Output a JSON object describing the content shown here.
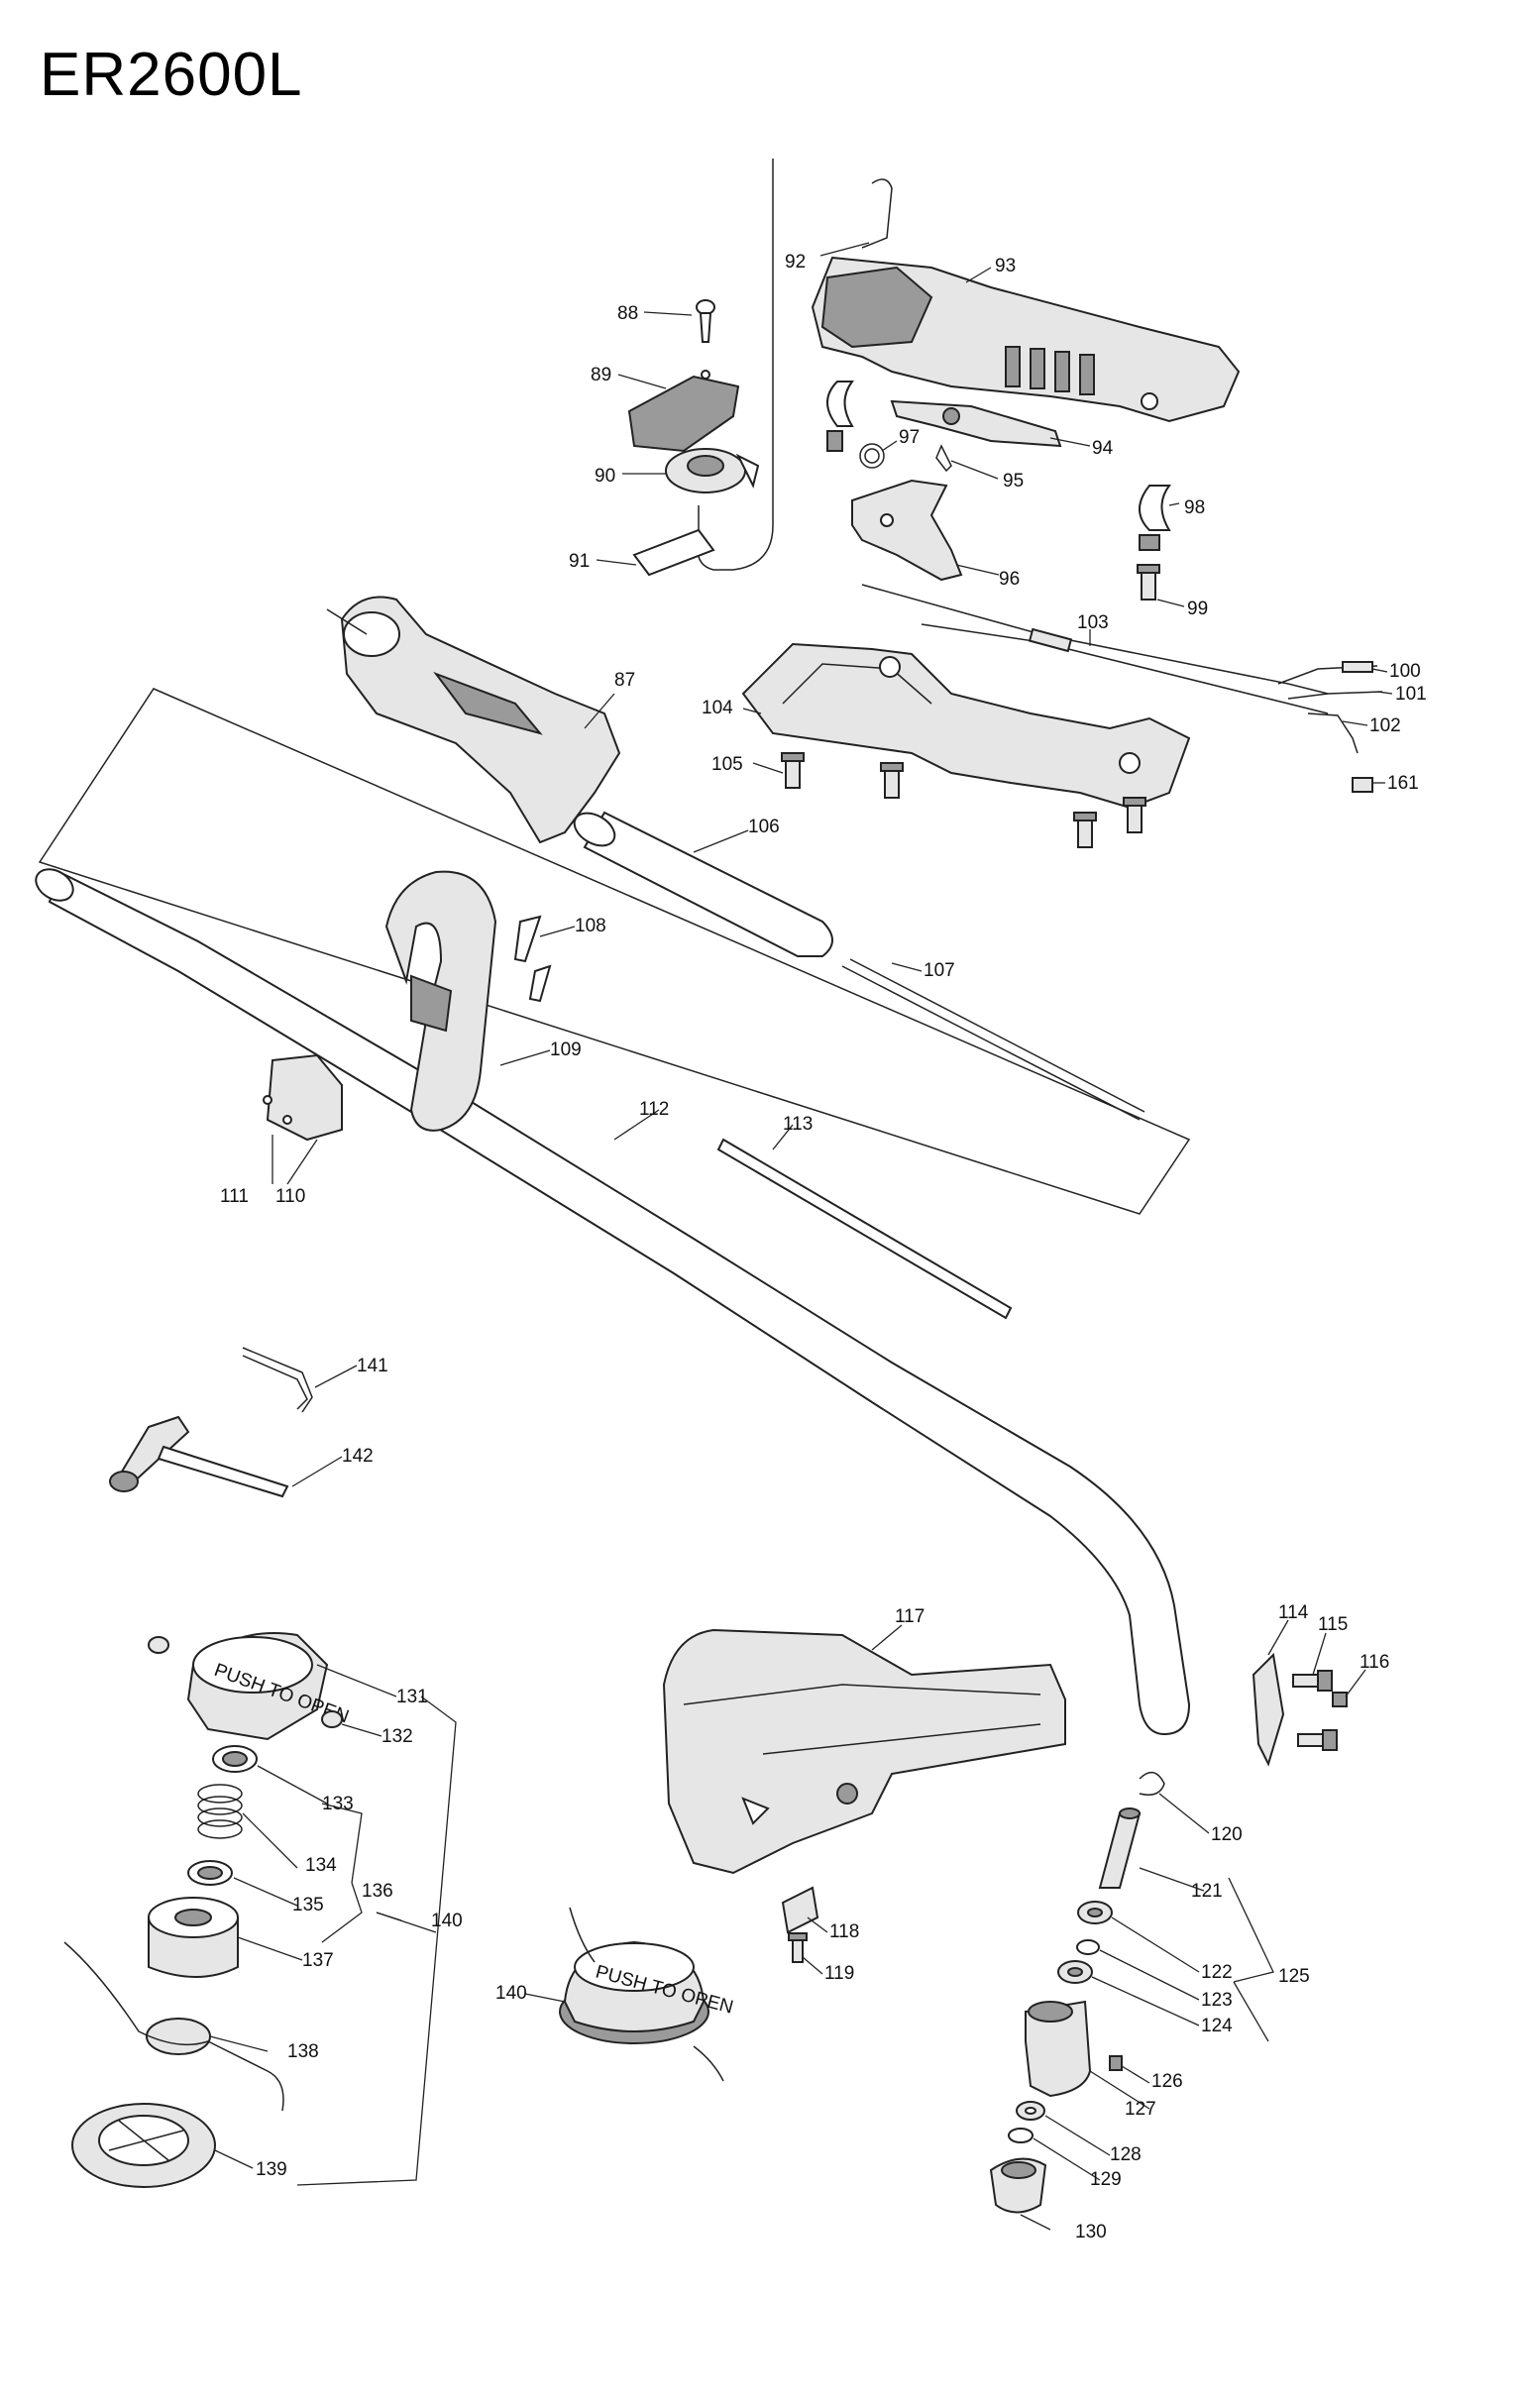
{
  "title": "ER2600L",
  "labels": {
    "p87": "87",
    "p88": "88",
    "p89": "89",
    "p90": "90",
    "p91": "91",
    "p92": "92",
    "p93": "93",
    "p94": "94",
    "p95": "95",
    "p96": "96",
    "p97": "97",
    "p98": "98",
    "p99": "99",
    "p100": "100",
    "p101": "101",
    "p102": "102",
    "p103": "103",
    "p104": "104",
    "p105": "105",
    "p106": "106",
    "p107": "107",
    "p108": "108",
    "p109": "109",
    "p110": "110",
    "p111": "111",
    "p112": "112",
    "p113": "113",
    "p114": "114",
    "p115": "115",
    "p116": "116",
    "p117": "117",
    "p118": "118",
    "p119": "119",
    "p120": "120",
    "p121": "121",
    "p122": "122",
    "p123": "123",
    "p124": "124",
    "p125": "125",
    "p126": "126",
    "p127": "127",
    "p128": "128",
    "p129": "129",
    "p130": "130",
    "p131": "131",
    "p132": "132",
    "p133": "133",
    "p134": "134",
    "p135": "135",
    "p136": "136",
    "p137": "137",
    "p138": "138",
    "p139": "139",
    "p140a": "140",
    "p140b": "140",
    "p141": "141",
    "p142": "142",
    "p161": "161"
  },
  "head_text": "PUSH TO OPEN"
}
